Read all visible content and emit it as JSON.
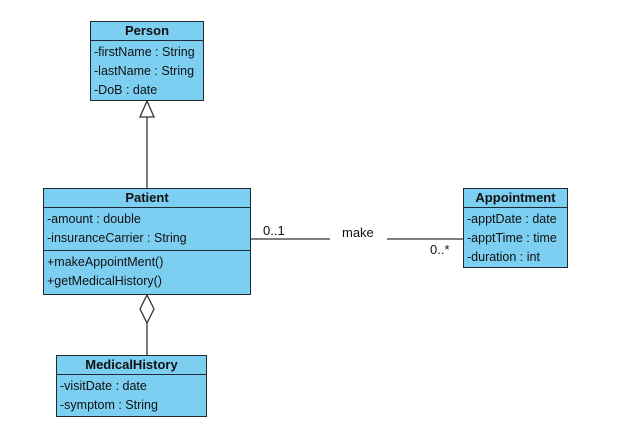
{
  "person": {
    "name": "Person",
    "attributes": [
      "-firstName : String",
      "-lastName : String",
      "-DoB : date"
    ]
  },
  "patient": {
    "name": "Patient",
    "attributes": [
      "-amount : double",
      "-insuranceCarrier : String"
    ],
    "operations": [
      "+makeAppointMent()",
      "+getMedicalHistory()"
    ]
  },
  "appointment": {
    "name": "Appointment",
    "attributes": [
      "-apptDate : date",
      "-apptTime : time",
      "-duration : int"
    ]
  },
  "medical_history": {
    "name": "MedicalHistory",
    "attributes": [
      "-visitDate : date",
      "-symptom : String"
    ]
  },
  "association": {
    "name": "make",
    "patient_multiplicity": "0..1",
    "appointment_multiplicity": "0..*"
  },
  "colors": {
    "class_fill": "#7dcff2",
    "border": "#1f2b33",
    "line": "#333333"
  }
}
